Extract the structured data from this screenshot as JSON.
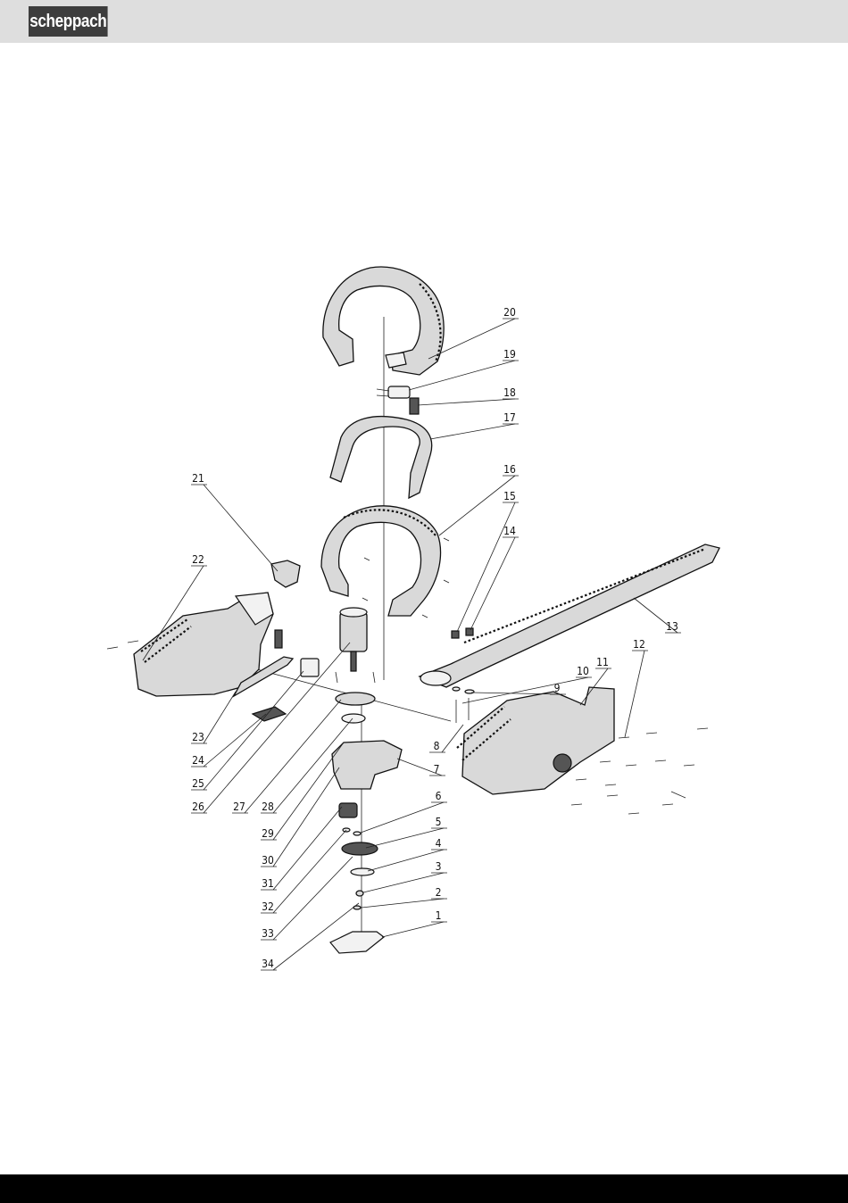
{
  "header": {
    "brand": "scheppach",
    "background": "#dedede",
    "logo_bg": "#3d3d3d"
  },
  "footer": {
    "color": "#000000"
  },
  "diagram": {
    "part_numbers": [
      "1",
      "2",
      "3",
      "4",
      "5",
      "6",
      "7",
      "8",
      "9",
      "10",
      "11",
      "12",
      "13",
      "14",
      "15",
      "16",
      "17",
      "18",
      "19",
      "20",
      "21",
      "22",
      "23",
      "24",
      "25",
      "26",
      "27",
      "28",
      "29",
      "30",
      "31",
      "32",
      "33",
      "34"
    ]
  }
}
